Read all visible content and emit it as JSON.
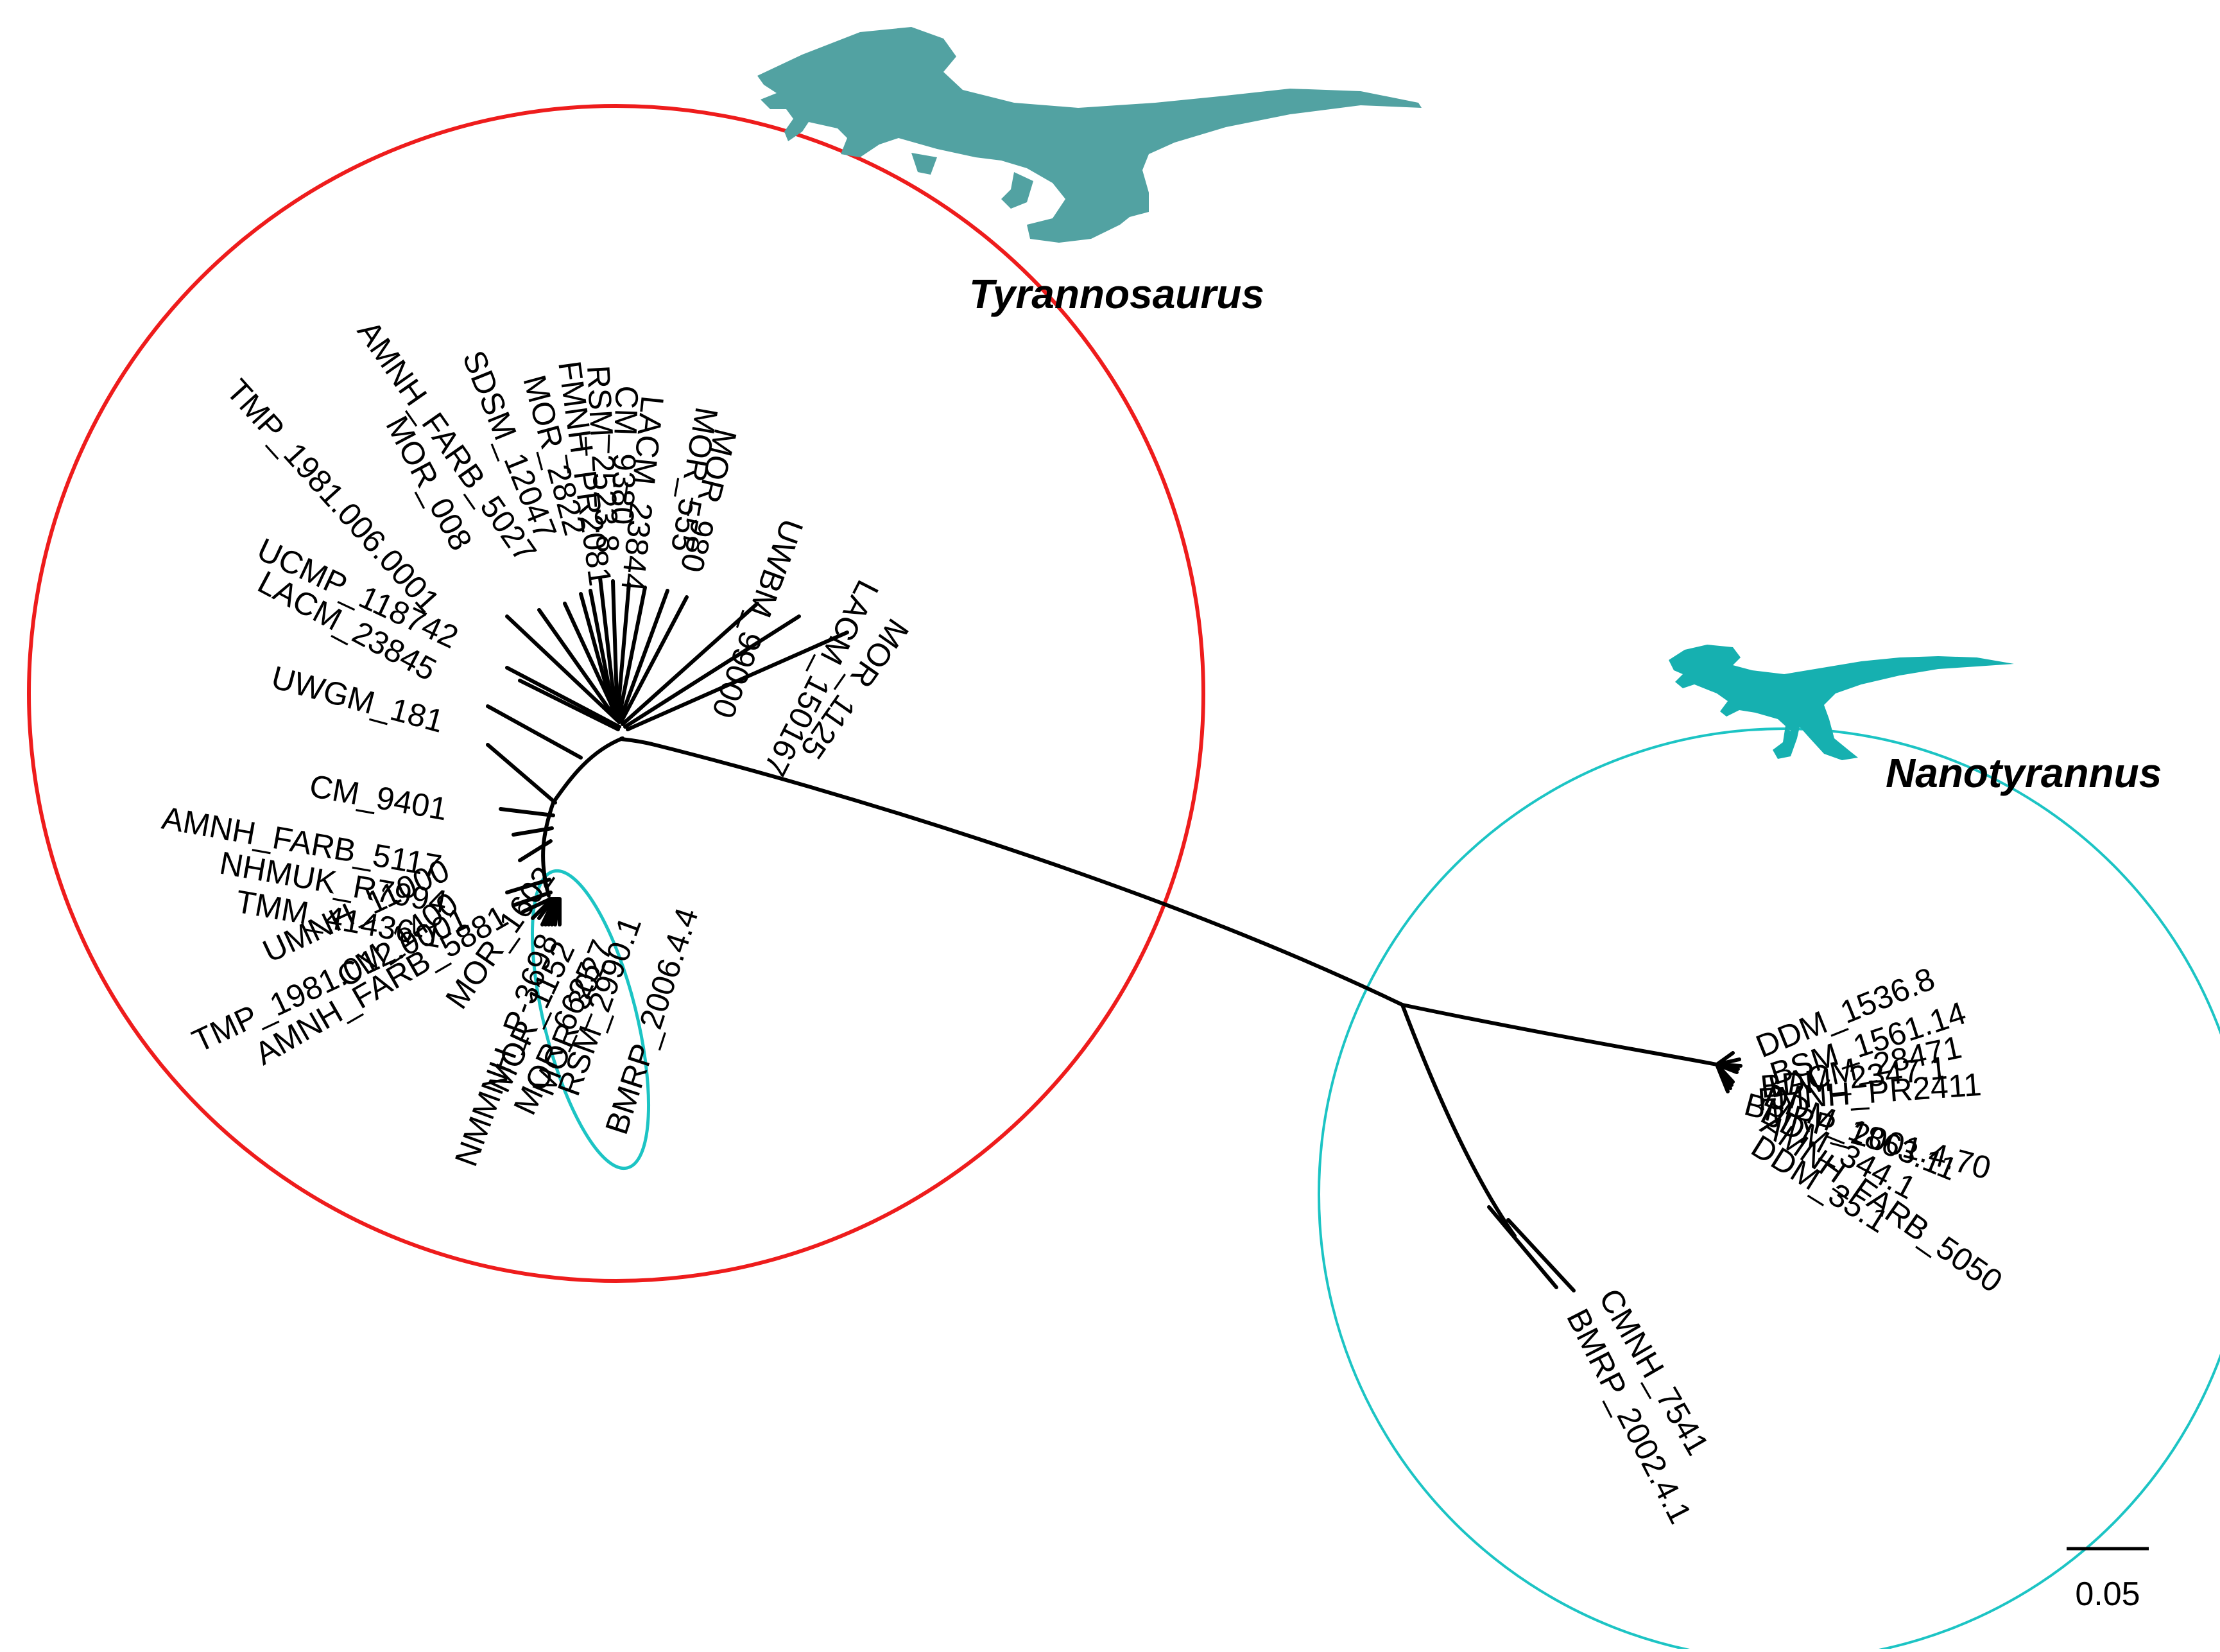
{
  "colors": {
    "tyrannosaurus_circle": "#ee1c1c",
    "nanotyrannus_circle": "#1cc4c4",
    "tyrannosaurus_silhouette": "#52a2a2",
    "nanotyrannus_silhouette": "#16b0b0",
    "branches": "#000000"
  },
  "groups": {
    "tyrannosaurus": {
      "label": "Tyrannosaurus",
      "icon": "tyrannosaurus-silhouette-icon"
    },
    "nanotyrannus": {
      "label": "Nanotyrannus",
      "icon": "nanotyrannus-silhouette-icon"
    }
  },
  "scale_bar": {
    "label": "0.05"
  },
  "tips": {
    "tyrannosaurus": [
      "TMP_1981.006.0001",
      "AMNH_FARB_5027",
      "MOR_008",
      "SDSM_12047",
      "MOR_2822",
      "FMNH_PR2081",
      "RSM_2523.8",
      "CM_9380",
      "LACM_23844",
      "MOR_555",
      "MOR_980",
      "UWBM_99000",
      "LACM_150167",
      "MOR_1125",
      "UCMP_118742",
      "LACM_23845",
      "UWGM_181",
      "CM_9401",
      "AMNH_FARB_5117",
      "NHMUK_R7994",
      "TMM_41436-1",
      "UMNH_11000",
      "TMP_1981.012.0001",
      "AMNH_FARB_5881",
      "CM_1400",
      "MOR_1602",
      "NMMNH_P-3698",
      "MOR_1152",
      "MOR_6625",
      "MOR_3027",
      "RSM_2990.1",
      "BMRP_2006.4.4"
    ],
    "nanotyrannus": [
      "DDM_1536.8",
      "BSM_1561.14",
      "LACM_28471",
      "BDM_2347.1",
      "FMNH_PR2411",
      "BMRP_2001.4.70",
      "DDM_1863.11",
      "BDM_344.1",
      "AMNH_FARB_5050",
      "DDM_35.1",
      "CMNH_7541",
      "BMRP_2002.4.1"
    ]
  }
}
